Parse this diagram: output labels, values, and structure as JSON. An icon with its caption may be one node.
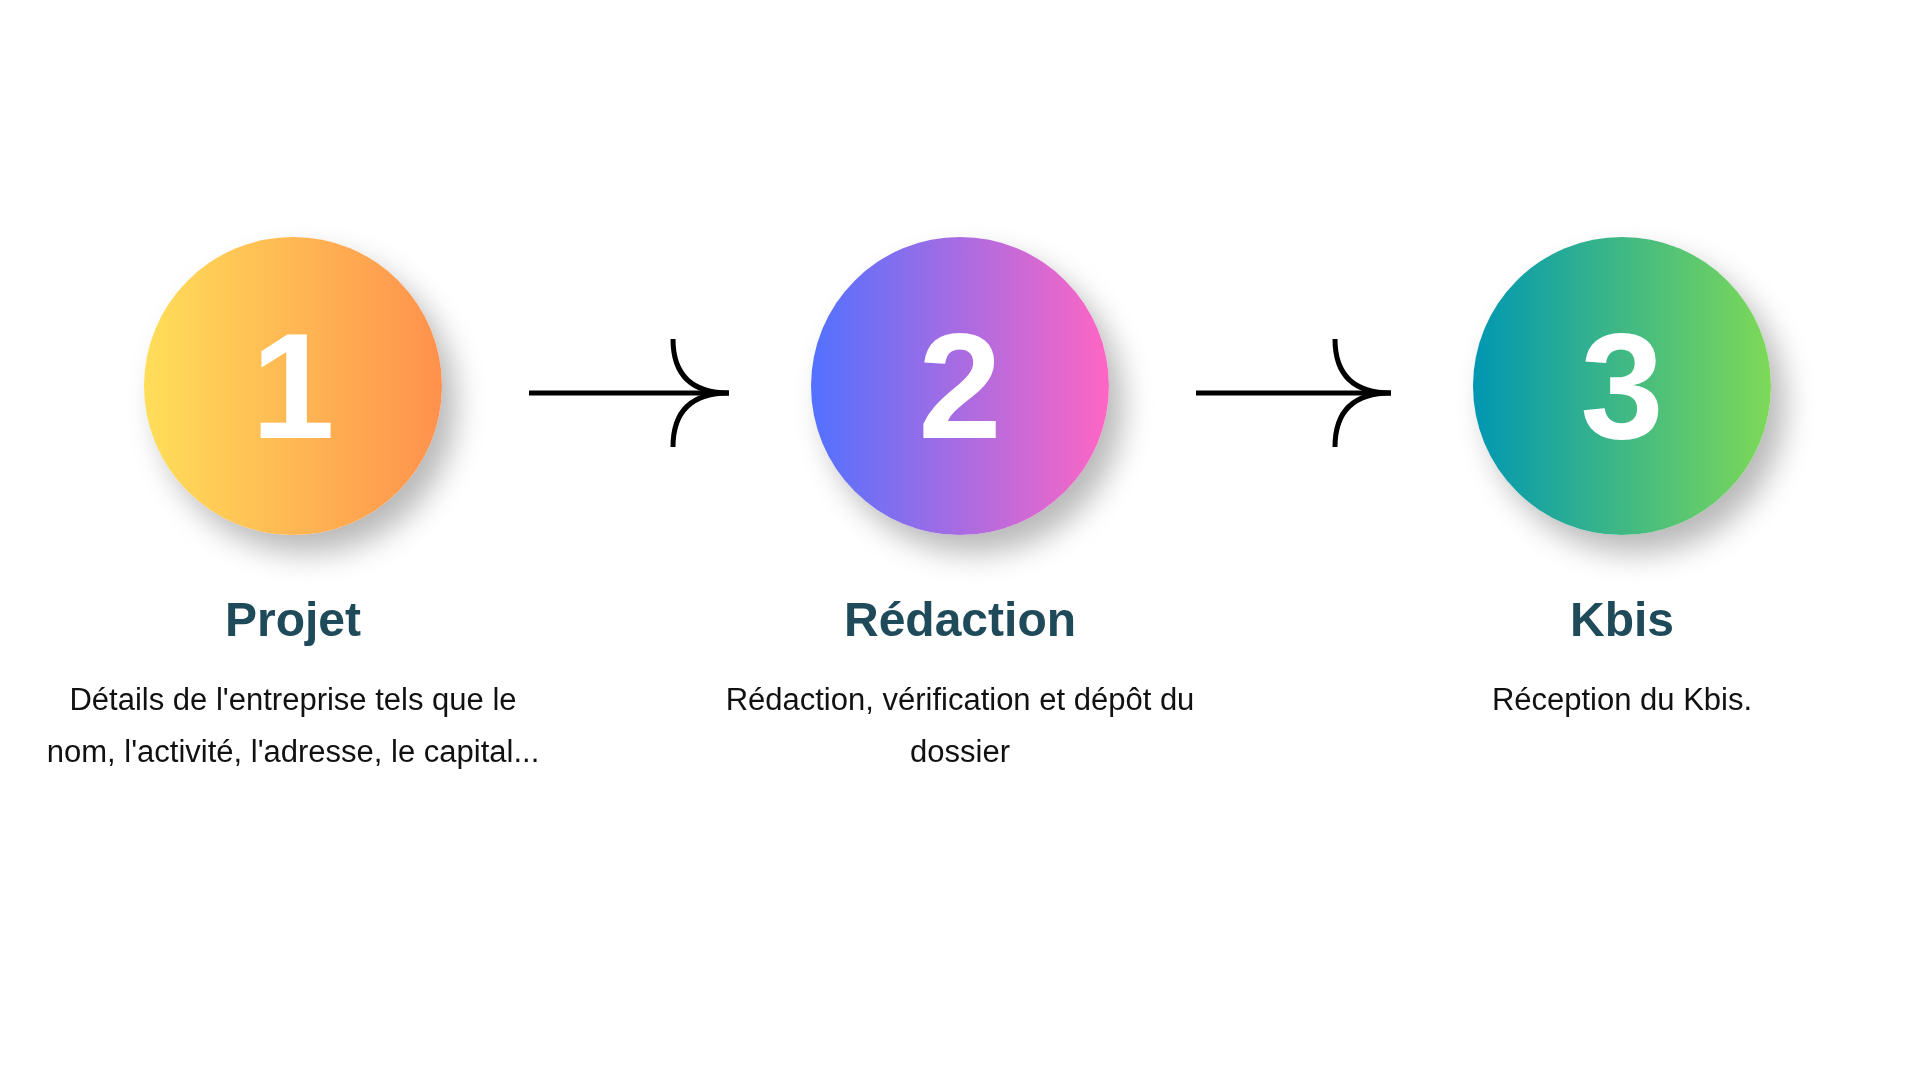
{
  "diagram": {
    "nodes": [
      {
        "text": [
          "1"
        ],
        "beside": [
          "Projet",
          "Détails de l'entreprise tels que le nom, l'activité, l'adresse, le capital..."
        ]
      },
      {
        "text": [
          "2"
        ],
        "beside": [
          "Rédaction",
          "Rédaction, vérification et dépôt du dossier"
        ]
      },
      {
        "text": [
          "3"
        ],
        "beside": [
          "Kbis",
          "Réception du Kbis."
        ]
      }
    ],
    "edges": [
      {
        "from": 0,
        "to": 1,
        "arrow": "to"
      },
      {
        "from": 1,
        "to": 2,
        "arrow": "to"
      }
    ]
  }
}
